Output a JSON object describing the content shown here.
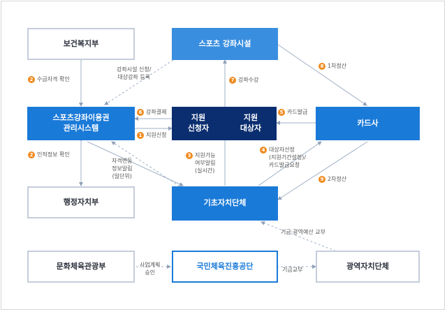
{
  "nodes": {
    "mohw": "보건복지부",
    "sports_course_facility": "스포츠 강좌시설",
    "voucher_system": "스포츠강좌이용권\n관리시스템",
    "applicant": "지원\n신청자",
    "target": "지원\n대상자",
    "card_company": "카드사",
    "mois": "행정자치부",
    "local_gov": "기초자치단체",
    "mcst": "문화체육관광부",
    "kspo": "국민체육진흥공단",
    "metro_gov": "광역자치단체"
  },
  "steps": [
    {
      "num": "1",
      "text": "지원신청"
    },
    {
      "num": "2",
      "text": "수급자격 확인"
    },
    {
      "num": "2",
      "text": "인적정보 확인"
    },
    {
      "num": "3",
      "text": "지원가능\n여부알림\n(실시간)"
    },
    {
      "num": "4",
      "text": "대상자선정\n(지원기간설정)/\n카드발급요청"
    },
    {
      "num": "5",
      "text": "카드발급"
    },
    {
      "num": "6",
      "text": "강좌결제"
    },
    {
      "num": "7",
      "text": "강좌수강"
    },
    {
      "num": "8",
      "text": "1차정산"
    },
    {
      "num": "9",
      "text": "2차정산"
    }
  ],
  "labels": {
    "facility_register": "강좌시설 신청/\n대상강좌 등록",
    "eligibility_change": "자격변동\n정보알림\n(일단위)",
    "budget_grant": "기금·광역예산 교부",
    "plan_approval": "사업계획\n승인",
    "fund_grant": "기금교부"
  },
  "colors": {
    "primary_blue": "#1a7ad8",
    "light_blue": "#3a8ee0",
    "navy": "#0b2e70",
    "step_orange": "#f08a1e",
    "outline": "#c5cddb"
  }
}
